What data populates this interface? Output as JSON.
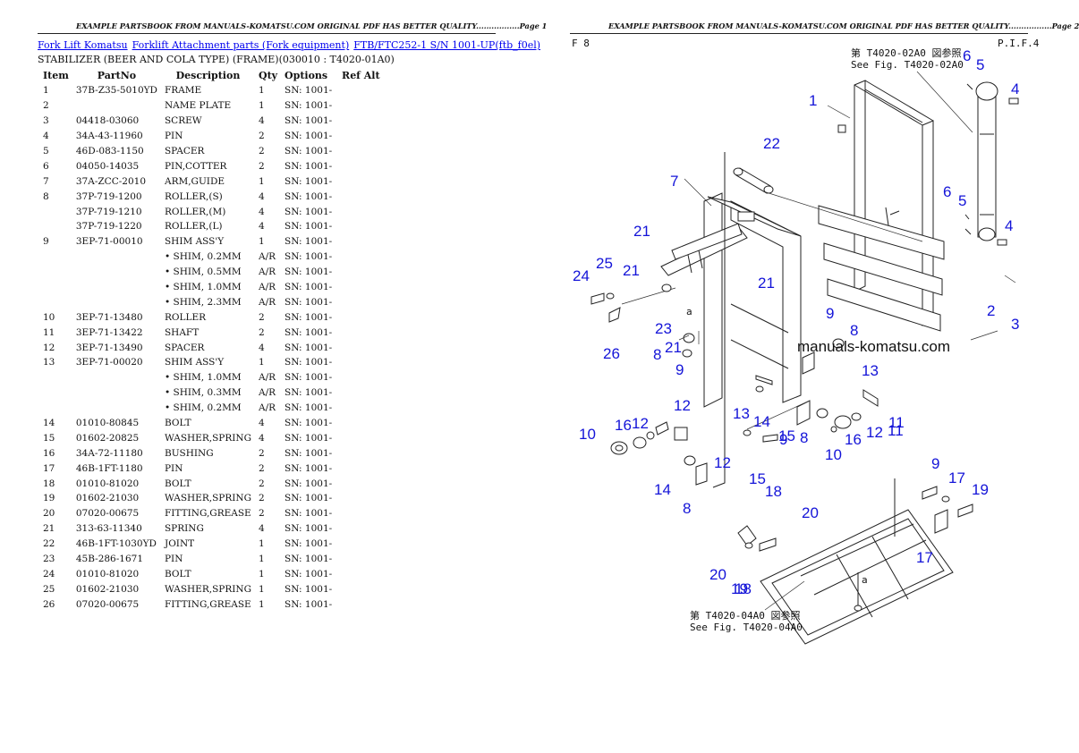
{
  "pages": [
    {
      "header": "EXAMPLE PARTSBOOK FROM MANUALS-KOMATSU.COM ORIGINAL PDF HAS BETTER QUALITY.................Page 1"
    },
    {
      "header": "EXAMPLE PARTSBOOK FROM MANUALS-KOMATSU.COM ORIGINAL PDF HAS BETTER QUALITY.................Page 2"
    }
  ],
  "breadcrumb": [
    "Fork Lift Komatsu",
    "Forklift Attachment parts (Fork equipment)",
    "FTB/FTC252-1 S/N 1001-UP(ftb_f0el)"
  ],
  "subtitle": "STABILIZER (BEER AND COLA TYPE) (FRAME)(030010 : T4020-01A0)",
  "table": {
    "columns": [
      "Item",
      "PartNo",
      "Description",
      "Qty",
      "Options",
      "Ref Alt"
    ],
    "rows": [
      [
        "1",
        "37B-Z35-5010YD",
        "FRAME",
        "1",
        "SN: 1001-"
      ],
      [
        "2",
        "",
        "NAME PLATE",
        "1",
        "SN: 1001-"
      ],
      [
        "3",
        "04418-03060",
        "SCREW",
        "4",
        "SN: 1001-"
      ],
      [
        "4",
        "34A-43-11960",
        "PIN",
        "2",
        "SN: 1001-"
      ],
      [
        "5",
        "46D-083-1150",
        "SPACER",
        "2",
        "SN: 1001-"
      ],
      [
        "6",
        "04050-14035",
        "PIN,COTTER",
        "2",
        "SN: 1001-"
      ],
      [
        "7",
        "37A-ZCC-2010",
        "ARM,GUIDE",
        "1",
        "SN: 1001-"
      ],
      [
        "8",
        "37P-719-1200",
        "ROLLER,(S)",
        "4",
        "SN: 1001-"
      ],
      [
        "",
        "37P-719-1210",
        "ROLLER,(M)",
        "4",
        "SN: 1001-"
      ],
      [
        "",
        "37P-719-1220",
        "ROLLER,(L)",
        "4",
        "SN: 1001-"
      ],
      [
        "9",
        "3EP-71-00010",
        "SHIM ASS'Y",
        "1",
        "SN: 1001-"
      ],
      [
        "",
        "",
        "• SHIM, 0.2MM",
        "A/R",
        "SN: 1001-"
      ],
      [
        "",
        "",
        "• SHIM, 0.5MM",
        "A/R",
        "SN: 1001-"
      ],
      [
        "",
        "",
        "• SHIM, 1.0MM",
        "A/R",
        "SN: 1001-"
      ],
      [
        "",
        "",
        "• SHIM, 2.3MM",
        "A/R",
        "SN: 1001-"
      ],
      [
        "10",
        "3EP-71-13480",
        "ROLLER",
        "2",
        "SN: 1001-"
      ],
      [
        "11",
        "3EP-71-13422",
        "SHAFT",
        "2",
        "SN: 1001-"
      ],
      [
        "12",
        "3EP-71-13490",
        "SPACER",
        "4",
        "SN: 1001-"
      ],
      [
        "13",
        "3EP-71-00020",
        "SHIM ASS'Y",
        "1",
        "SN: 1001-"
      ],
      [
        "",
        "",
        "• SHIM, 1.0MM",
        "A/R",
        "SN: 1001-"
      ],
      [
        "",
        "",
        "• SHIM, 0.3MM",
        "A/R",
        "SN: 1001-"
      ],
      [
        "",
        "",
        "• SHIM, 0.2MM",
        "A/R",
        "SN: 1001-"
      ],
      [
        "14",
        "01010-80845",
        "BOLT",
        "4",
        "SN: 1001-"
      ],
      [
        "15",
        "01602-20825",
        "WASHER,SPRING",
        "4",
        "SN: 1001-"
      ],
      [
        "16",
        "34A-72-11180",
        "BUSHING",
        "2",
        "SN: 1001-"
      ],
      [
        "17",
        "46B-1FT-1180",
        "PIN",
        "2",
        "SN: 1001-"
      ],
      [
        "18",
        "01010-81020",
        "BOLT",
        "2",
        "SN: 1001-"
      ],
      [
        "19",
        "01602-21030",
        "WASHER,SPRING",
        "2",
        "SN: 1001-"
      ],
      [
        "20",
        "07020-00675",
        "FITTING,GREASE",
        "2",
        "SN: 1001-"
      ],
      [
        "21",
        "313-63-11340",
        "SPRING",
        "4",
        "SN: 1001-"
      ],
      [
        "22",
        "46B-1FT-1030YD",
        "JOINT",
        "1",
        "SN: 1001-"
      ],
      [
        "23",
        "45B-286-1671",
        "PIN",
        "1",
        "SN: 1001-"
      ],
      [
        "24",
        "01010-81020",
        "BOLT",
        "1",
        "SN: 1001-"
      ],
      [
        "25",
        "01602-21030",
        "WASHER,SPRING",
        "1",
        "SN: 1001-"
      ],
      [
        "26",
        "07020-00675",
        "FITTING,GREASE",
        "1",
        "SN: 1001-"
      ]
    ]
  },
  "diagram": {
    "corner_left": "F 8",
    "corner_right": "P.I.F.4",
    "ref_top_line1": "第 T4020-02A0 図参照",
    "ref_top_line2": "See Fig. T4020-02A0",
    "ref_bottom_line1": "第 T4020-04A0 図参照",
    "ref_bottom_line2": "See Fig. T4020-04A0",
    "watermark": "manuals-komatsu.com",
    "callout_a": "a",
    "callouts": [
      "6",
      "5",
      "4",
      "1",
      "22",
      "7",
      "6",
      "5",
      "4",
      "21",
      "21",
      "21",
      "2",
      "3",
      "24",
      "25",
      "21",
      "23",
      "8",
      "9",
      "9",
      "8",
      "26",
      "13",
      "11",
      "12",
      "16",
      "10",
      "12",
      "13",
      "14",
      "15",
      "9",
      "8",
      "11",
      "12",
      "16",
      "10",
      "12",
      "15",
      "14",
      "8",
      "9",
      "17",
      "19",
      "18",
      "20",
      "17",
      "20",
      "18",
      "19"
    ]
  }
}
